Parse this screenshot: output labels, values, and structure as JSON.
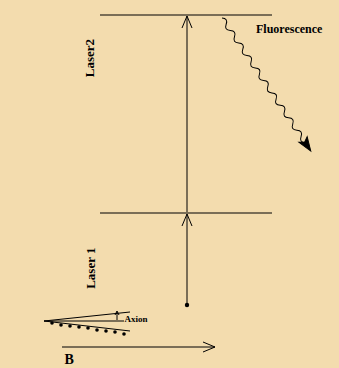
{
  "diagram": {
    "labels": [
      "Laser2",
      "Fluorescence",
      "Laser 1",
      "Axion",
      "B"
    ]
  }
}
